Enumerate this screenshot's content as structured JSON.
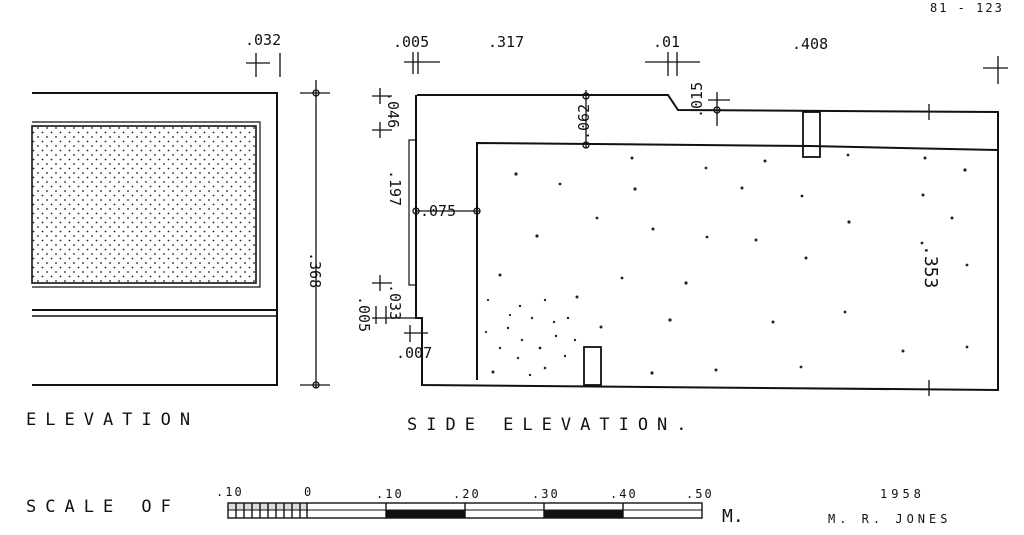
{
  "sheet_number": "81 - 123",
  "elevation": {
    "title": "ELEVATION",
    "dims": {
      "top": ".032",
      "height": ".368"
    }
  },
  "side_elevation": {
    "title": "SIDE ELEVATION.",
    "dims": {
      "top_a": ".005",
      "top_b": ".317",
      "top_c": ".01",
      "top_d": ".408",
      "left_046": ".046",
      "left_197": ".197",
      "left_075": ".075",
      "left_033": ".033",
      "left_005": ".005",
      "left_007": ".007",
      "inner_062": ".062",
      "notch_015": ".015",
      "right_353": ".353"
    }
  },
  "scale_bar": {
    "label": "SCALE OF",
    "ticks": [
      ".10",
      "0",
      ".10",
      ".20",
      ".30",
      ".40",
      ".50"
    ],
    "unit": "M."
  },
  "credit": {
    "year": "1958",
    "author": "M. R. JONES"
  }
}
